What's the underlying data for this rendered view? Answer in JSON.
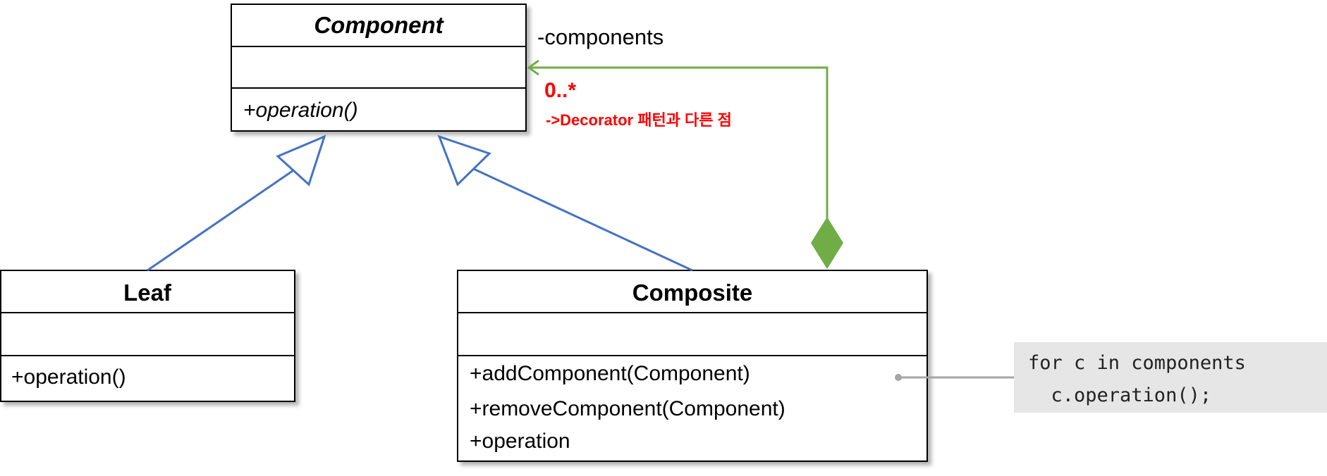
{
  "classes": {
    "component": {
      "name": "Component",
      "operations": [
        "+operation()"
      ]
    },
    "leaf": {
      "name": "Leaf",
      "operations": [
        "+operation()"
      ]
    },
    "composite": {
      "name": "Composite",
      "operations": [
        "+addComponent(Component)",
        "+removeComponent(Component)",
        "+operation"
      ]
    }
  },
  "association": {
    "role": "-components",
    "multiplicity": "0..*",
    "note": "->Decorator 패턴과 다른 점"
  },
  "code_note": {
    "lines": [
      "for c in components",
      "  c.operation();"
    ]
  },
  "colors": {
    "inheritance": "#4472c4",
    "composition": "#70ad47",
    "highlight": "#ff0000",
    "note_bg": "#e6e6e6"
  }
}
